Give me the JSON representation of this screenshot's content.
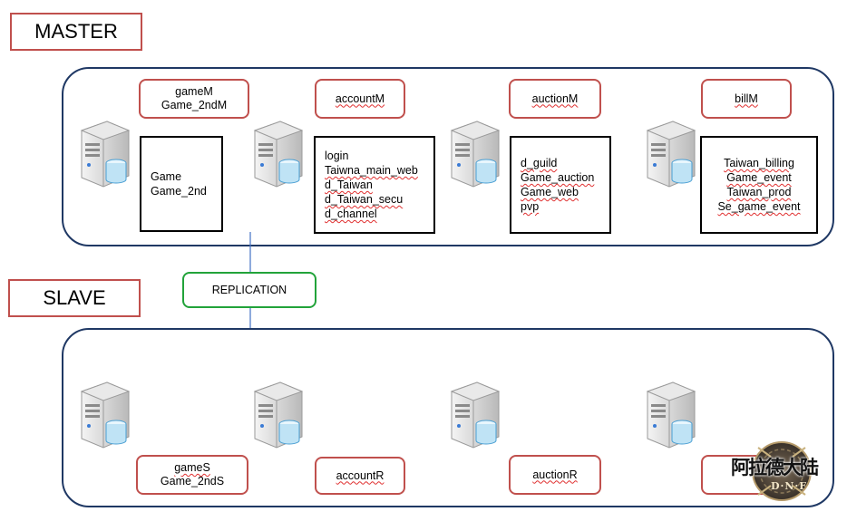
{
  "master": {
    "label": "MASTER",
    "servers": [
      {
        "name_lines": [
          "gameM",
          "Game_2ndM"
        ],
        "databases": [
          "Game",
          "Game_2nd"
        ]
      },
      {
        "name_lines": [
          "accountM"
        ],
        "databases": [
          "login",
          "Taiwna_main_web",
          "d_Taiwan",
          "d_Taiwan_secu",
          "d_channel"
        ]
      },
      {
        "name_lines": [
          "auctionM"
        ],
        "databases": [
          "d_guild",
          "Game_auction",
          "Game_web",
          "pvp"
        ]
      },
      {
        "name_lines": [
          "billM"
        ],
        "databases": [
          "Taiwan_billing",
          "Game_event",
          "Taiwan_prod",
          "Se_game_event"
        ]
      }
    ]
  },
  "replication": {
    "label": "REPLICATION"
  },
  "slave": {
    "label": "SLAVE",
    "servers": [
      {
        "name_lines": [
          "gameS",
          "Game_2ndS"
        ]
      },
      {
        "name_lines": [
          "accountR"
        ]
      },
      {
        "name_lines": [
          "auctionR"
        ]
      },
      {
        "name_lines": [
          ""
        ]
      }
    ]
  },
  "logo": {
    "text": "阿拉德大陆",
    "subtitle": "D·N·F"
  },
  "icons": {
    "server": "database-server-icon",
    "arrow": "arrow-down-icon"
  },
  "colors": {
    "panel_border": "#1f3864",
    "label_border": "#c0504d",
    "replication_border": "#22a33a",
    "arrow": "#4472c4",
    "db_cylinder": "#bfe3f5"
  }
}
